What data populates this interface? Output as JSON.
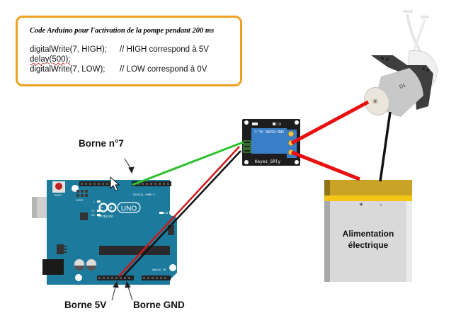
{
  "code_box": {
    "title": "Code Arduino pour l'activation de la pompe pendant 200 ms",
    "lines": [
      {
        "code": "digitalWrite(7, HIGH);",
        "comment": "// HIGH correspond à 5V"
      },
      {
        "code": "delay(500);",
        "comment": ""
      },
      {
        "code": "digitalWrite(7, LOW);",
        "comment": "// LOW correspond à 0V"
      }
    ],
    "border_color": "#f0a020"
  },
  "labels": {
    "pin7": "Borne n°7",
    "pin5v": "Borne 5V",
    "pin_gnd": "Borne GND"
  },
  "arduino": {
    "brand": "Arduino",
    "model": "UNO",
    "reset_label": "RESET",
    "icsp_label": "ICSP2",
    "digital_label": "DIGITAL (PWM=~)",
    "analog_label": "ANALOG IN",
    "on_label": "ON",
    "tx_label": "TX",
    "rx_label": "RX",
    "l_label": "L",
    "board_color": "#1c7a9c"
  },
  "relay": {
    "module_label": "Keyes_SRly",
    "relay_text": "SRD-05VDC-SL-C",
    "relay_color": "#3a7ec8"
  },
  "battery": {
    "label_line1": "Alimentation",
    "label_line2": "électrique",
    "plus": "+",
    "minus": "-"
  },
  "pump": {
    "motor_text": "D1"
  },
  "wires": {
    "signal_color": "#2ec02e",
    "power_color": "#e81010",
    "ground_color": "#111111"
  }
}
